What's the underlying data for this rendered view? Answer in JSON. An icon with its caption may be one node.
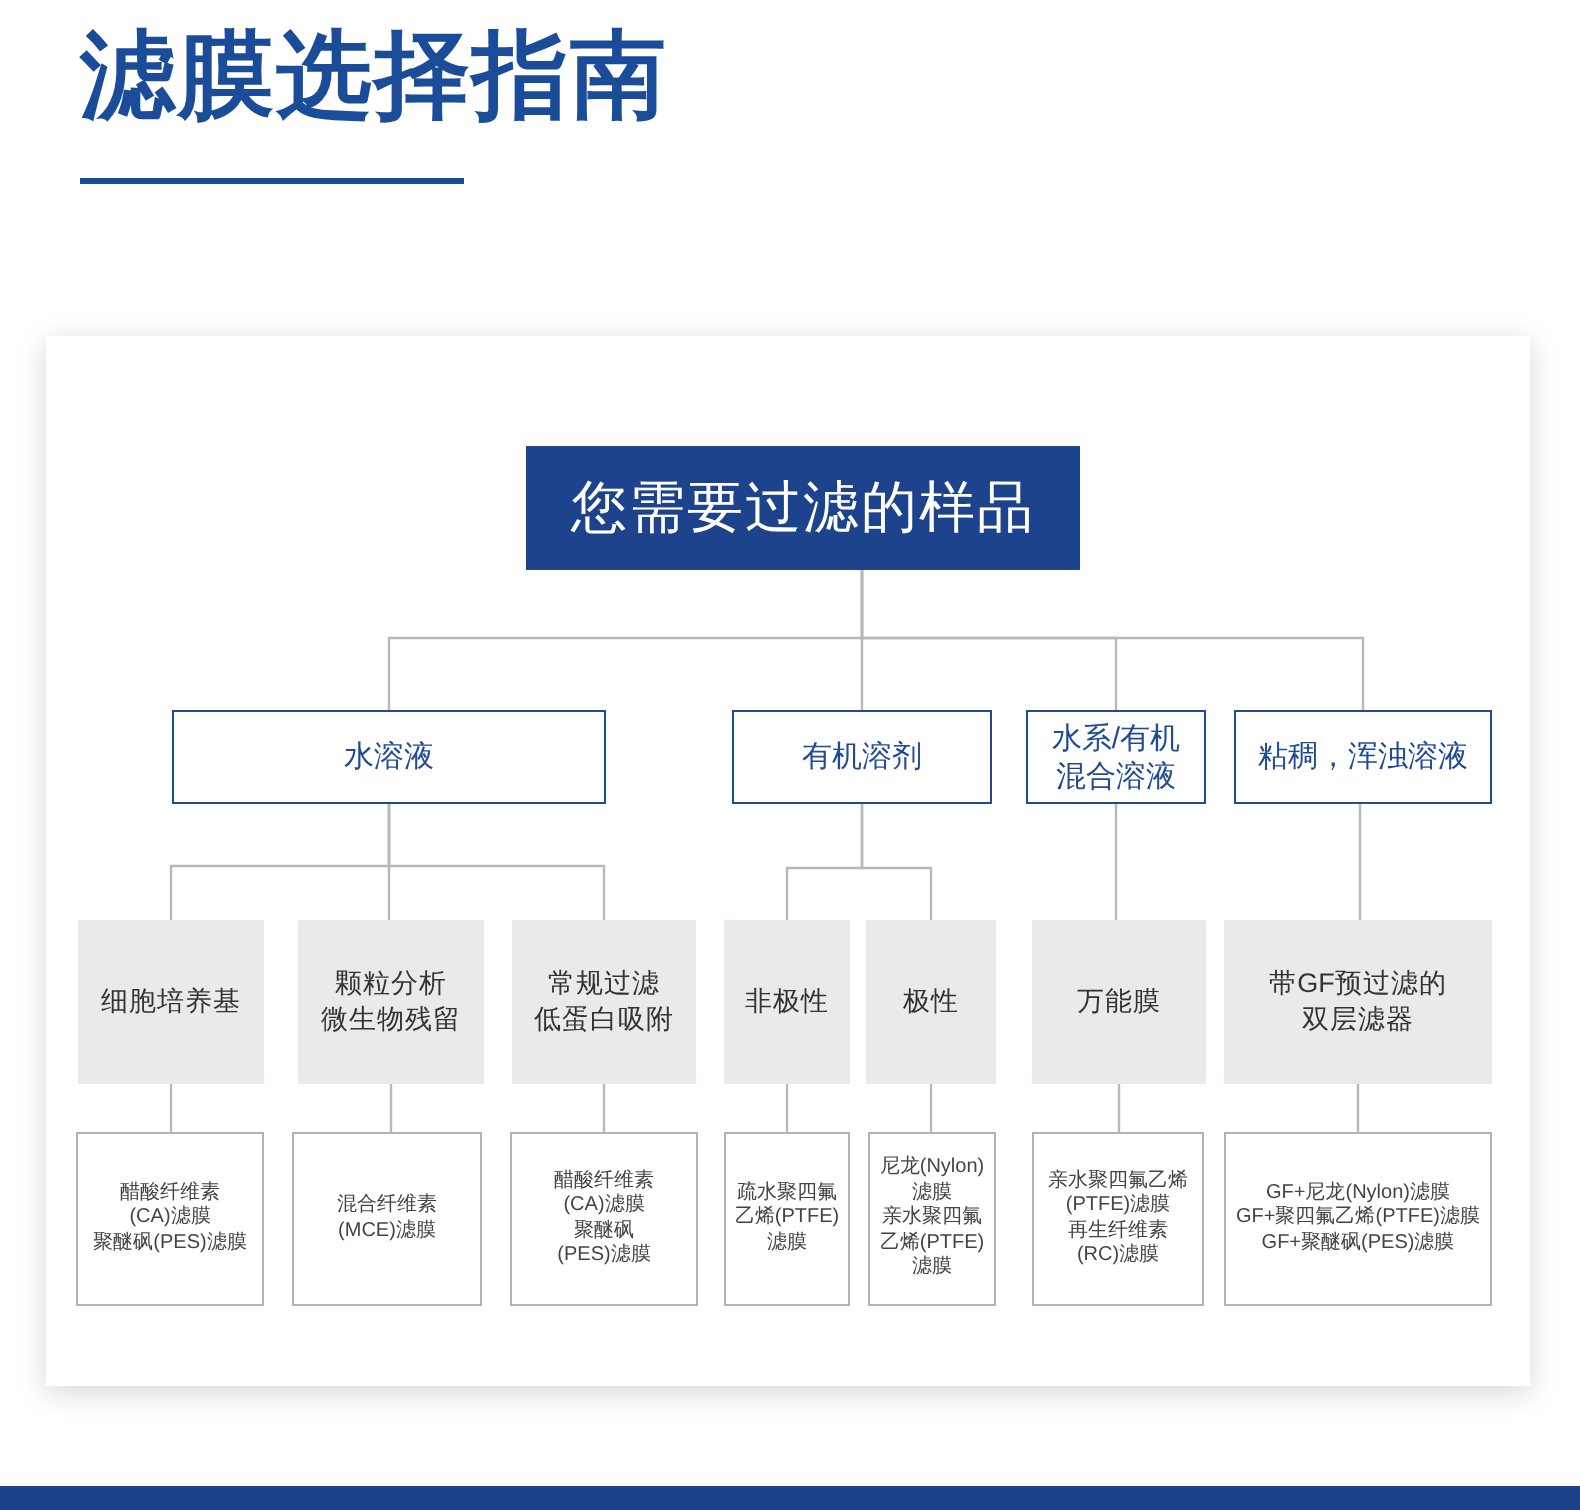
{
  "diagram": {
    "title": "滤膜选择指南",
    "nodes": [
      {
        "text": [
          "您需要过滤的样品"
        ]
      },
      {
        "text": [
          "水溶液"
        ]
      },
      {
        "text": [
          "有机溶剂"
        ]
      },
      {
        "text": [
          "水系/有机混合溶液"
        ]
      },
      {
        "text": [
          "粘稠，浑浊溶液"
        ]
      },
      {
        "text": [
          "细胞培养基"
        ]
      },
      {
        "text": [
          "颗粒分析",
          "微生物残留"
        ]
      },
      {
        "text": [
          "常规过滤",
          "低蛋白吸附"
        ]
      },
      {
        "text": [
          "非极性"
        ]
      },
      {
        "text": [
          "极性"
        ]
      },
      {
        "text": [
          "万能膜"
        ]
      },
      {
        "text": [
          "带GF预过滤的双层滤器"
        ]
      },
      {
        "text": [
          "醋酸纤维素(CA)滤膜",
          "聚醚砜(PES)滤膜"
        ]
      },
      {
        "text": [
          "混合纤维素(MCE)滤膜"
        ]
      },
      {
        "text": [
          "醋酸纤维素(CA)滤膜",
          "聚醚砜(PES)滤膜"
        ]
      },
      {
        "text": [
          "疏水聚四氟乙烯(PTFE)滤膜"
        ]
      },
      {
        "text": [
          "尼龙(Nylon)滤膜",
          "亲水聚四氟乙烯(PTFE)滤膜"
        ]
      },
      {
        "text": [
          "亲水聚四氟乙烯(PTFE)滤膜",
          "再生纤维素(RC)滤膜"
        ]
      },
      {
        "text": [
          "GF+尼龙(Nylon)滤膜",
          "GF+聚四氟乙烯(PTFE)滤膜",
          "GF+聚醚砜(PES)滤膜"
        ]
      }
    ],
    "edges": [
      {
        "from": 0,
        "to": 1,
        "arrow": "none"
      },
      {
        "from": 0,
        "to": 2,
        "arrow": "none"
      },
      {
        "from": 0,
        "to": 3,
        "arrow": "none"
      },
      {
        "from": 0,
        "to": 4,
        "arrow": "none"
      },
      {
        "from": 1,
        "to": 5,
        "arrow": "none"
      },
      {
        "from": 1,
        "to": 6,
        "arrow": "none"
      },
      {
        "from": 1,
        "to": 7,
        "arrow": "none"
      },
      {
        "from": 2,
        "to": 8,
        "arrow": "none"
      },
      {
        "from": 2,
        "to": 9,
        "arrow": "none"
      },
      {
        "from": 3,
        "to": 10,
        "arrow": "none"
      },
      {
        "from": 4,
        "to": 11,
        "arrow": "none"
      },
      {
        "from": 5,
        "to": 12,
        "arrow": "none"
      },
      {
        "from": 6,
        "to": 13,
        "arrow": "none"
      },
      {
        "from": 7,
        "to": 14,
        "arrow": "none"
      },
      {
        "from": 8,
        "to": 15,
        "arrow": "none"
      },
      {
        "from": 9,
        "to": 16,
        "arrow": "none"
      },
      {
        "from": 10,
        "to": 17,
        "arrow": "none"
      },
      {
        "from": 11,
        "to": 18,
        "arrow": "none"
      }
    ]
  }
}
